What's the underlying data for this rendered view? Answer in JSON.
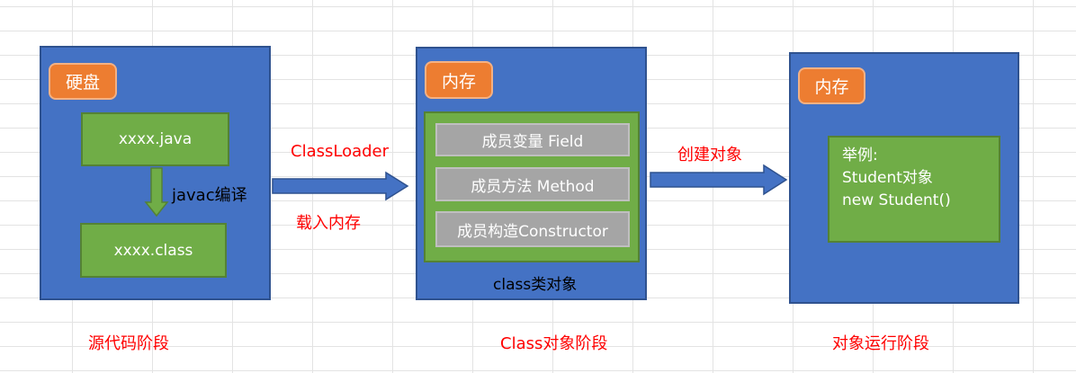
{
  "disk_panel": {
    "tag": "硬盘",
    "source_file": "xxxx.java",
    "compile_label": "javac编译",
    "class_file": "xxxx.class"
  },
  "arrow_load": {
    "top_label": "ClassLoader",
    "bottom_label": "载入内存"
  },
  "memory_panel": {
    "tag": "内存",
    "members": [
      "成员变量 Field",
      "成员方法 Method",
      "成员构造Constructor"
    ],
    "caption": "class类对象"
  },
  "arrow_create": {
    "label": "创建对象"
  },
  "runtime_panel": {
    "tag": "内存",
    "example_lines": [
      "举例:",
      "Student对象",
      "new Student()"
    ]
  },
  "stages": [
    "源代码阶段",
    "Class对象阶段",
    "对象运行阶段"
  ],
  "colors": {
    "panel_blue": "#4472c4",
    "tag_orange": "#ed7d31",
    "box_green": "#70ad47",
    "box_gray": "#a5a5a5",
    "label_red": "#ff0000"
  }
}
